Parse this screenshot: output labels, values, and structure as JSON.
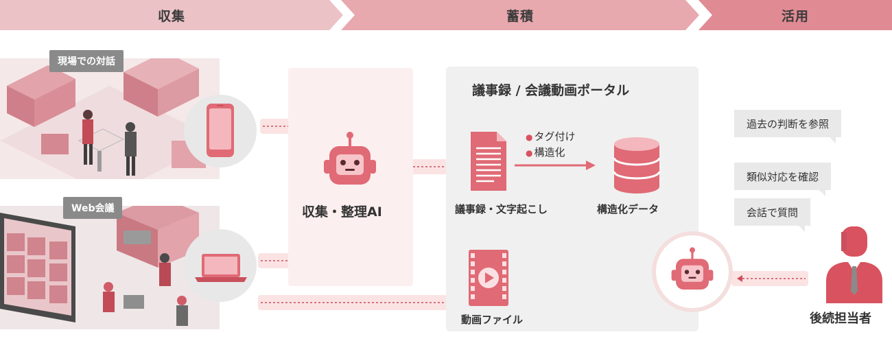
{
  "phases": {
    "collect": "収集",
    "store": "蓄積",
    "use": "活用"
  },
  "scenes": {
    "onsite": "現場での対話",
    "web": "Web会議"
  },
  "ai": {
    "label": "収集・整理AI"
  },
  "portal": {
    "title": "議事録 / 会議動画ポータル",
    "minutes_label": "議事録・文字起こし",
    "bullets": [
      "タグ付け",
      "構造化"
    ],
    "structured_label": "構造化データ",
    "video_label": "動画ファイル"
  },
  "usage": {
    "bubbles": [
      "過去の判断を参照",
      "類似対応を確認",
      "会話で質問"
    ],
    "successor_label": "後続担当者"
  },
  "colors": {
    "accent": "#e06a75",
    "accent_dark": "#c9505c",
    "banner_1": "#ebc2c6",
    "banner_2": "#e7a8ae",
    "banner_3": "#e08b94"
  },
  "icons": [
    "smartphone-icon",
    "laptop-icon",
    "robot-icon",
    "document-icon",
    "database-icon",
    "video-file-icon",
    "person-icon"
  ]
}
